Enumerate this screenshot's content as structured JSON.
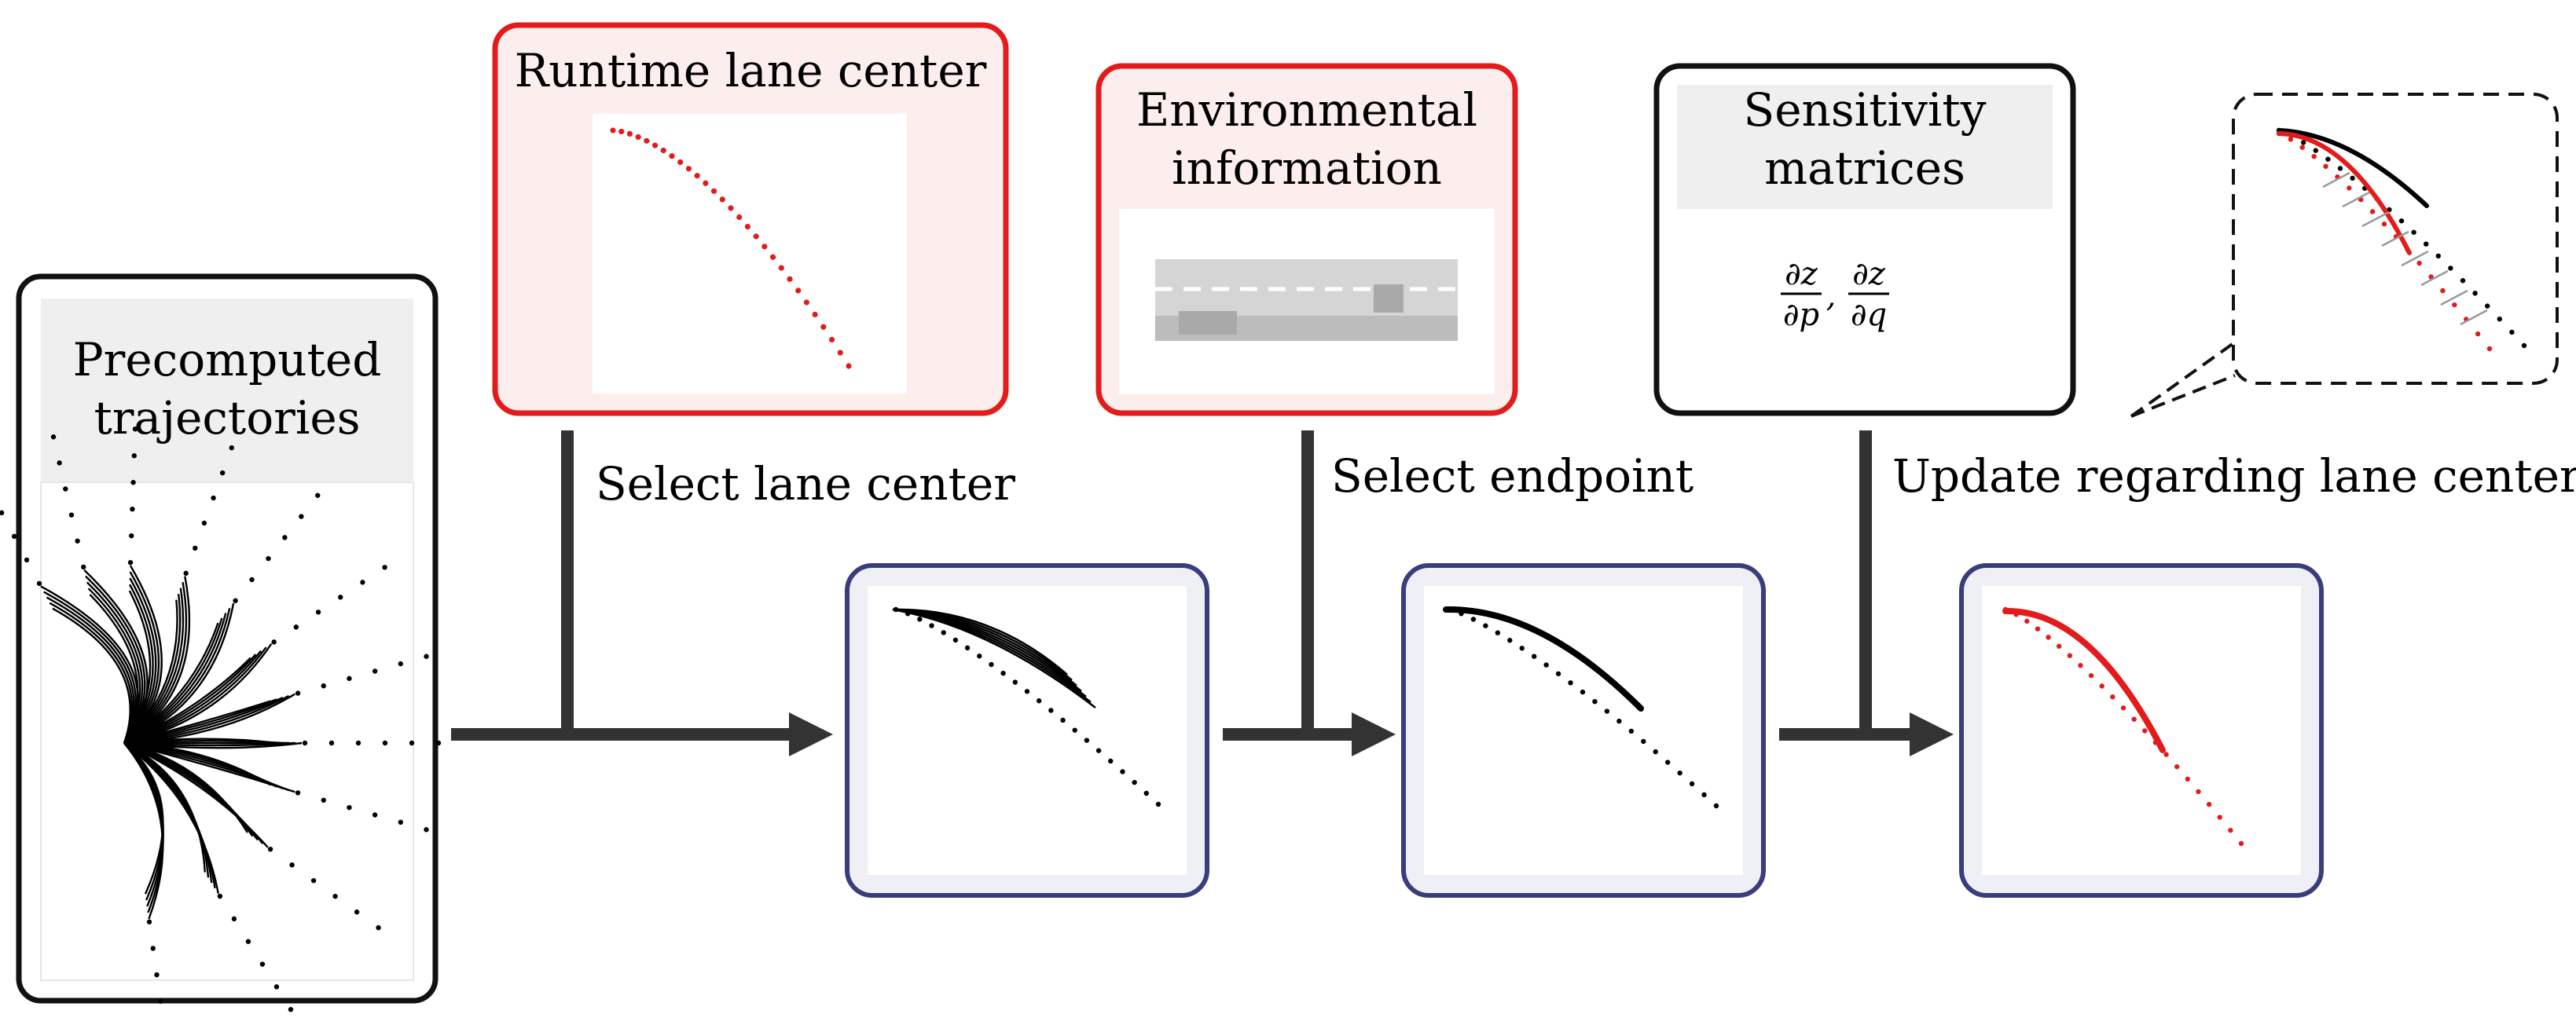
{
  "boxes": {
    "precomputed": {
      "title_line1": "Precomputed",
      "title_line2": "trajectories"
    },
    "runtime": {
      "title": "Runtime lane center"
    },
    "environment": {
      "title_line1": "Environmental",
      "title_line2": "information"
    },
    "sensitivity": {
      "title_line1": "Sensitivity",
      "title_line2": "matrices",
      "formula_num": "∂z",
      "formula_den_p": "∂p",
      "formula_den_q": "∂q",
      "formula_sep": ","
    }
  },
  "steps": {
    "select_lane": "Select lane center",
    "select_endpoint": "Select endpoint",
    "update": "Update regarding lane center"
  },
  "colors": {
    "red_border": "#e31b1b",
    "red_fill": "#fdeeee",
    "navy_border": "#3a3d7c",
    "navy_fill": "#eef0f6",
    "black_border": "#111111",
    "grey_header": "#efefef",
    "arrow": "#333333",
    "trajectory": "#000000",
    "lane_red": "#e31b1b"
  }
}
